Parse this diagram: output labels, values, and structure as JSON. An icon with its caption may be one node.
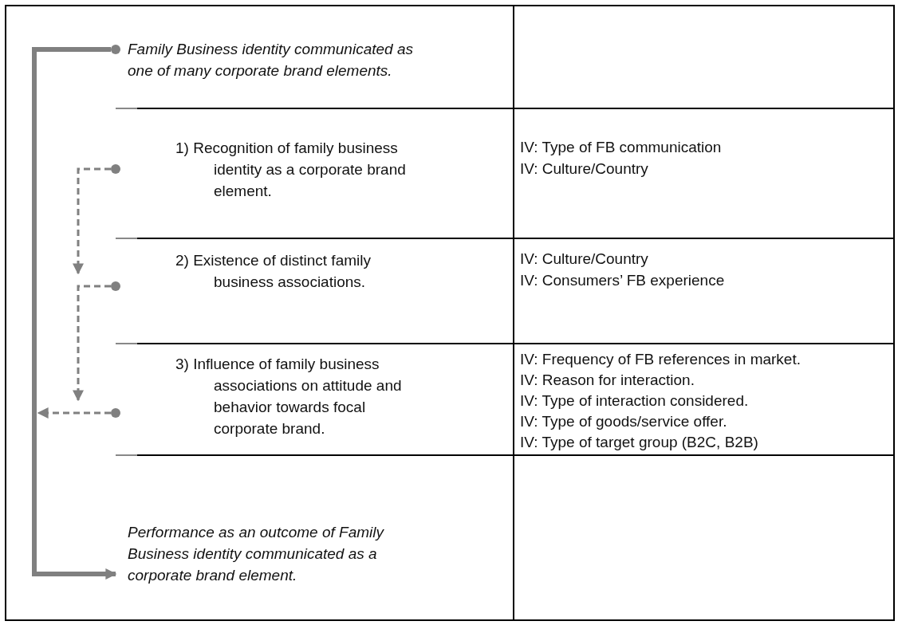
{
  "diagram": {
    "nodes": [
      {
        "text": [
          "Family Business identity communicated as one of many corporate brand elements."
        ]
      },
      {
        "text": [
          "1) Recognition of family business identity as a corporate brand element."
        ]
      },
      {
        "text": [
          "2) Existence of distinct family business associations."
        ]
      },
      {
        "text": [
          "3) Influence of family business associations on attitude and behavior towards focal corporate brand."
        ]
      },
      {
        "text": [
          "Performance as an outcome of Family Business identity communicated as a corporate brand element."
        ]
      }
    ],
    "edges": [
      {
        "from": 0,
        "to": 4,
        "arrow": "to",
        "style": "thick"
      },
      {
        "from": 1,
        "to": 2,
        "arrow": "to",
        "style": "dashed"
      },
      {
        "from": 2,
        "to": 3,
        "arrow": "to",
        "style": "dashed"
      },
      {
        "from": 3,
        "to": null,
        "arrow": "to",
        "style": "dashed"
      }
    ],
    "labels": [
      "IV: Type of FB communication",
      "IV: Culture/Country",
      "IV: Culture/Country",
      "IV: Consumers’ FB experience",
      "IV: Frequency of FB references in market.",
      "IV: Reason for interaction.",
      "IV: Type of interaction considered.",
      "IV: Type of goods/service offer.",
      "IV: Type of target group (B2C, B2B)"
    ]
  }
}
